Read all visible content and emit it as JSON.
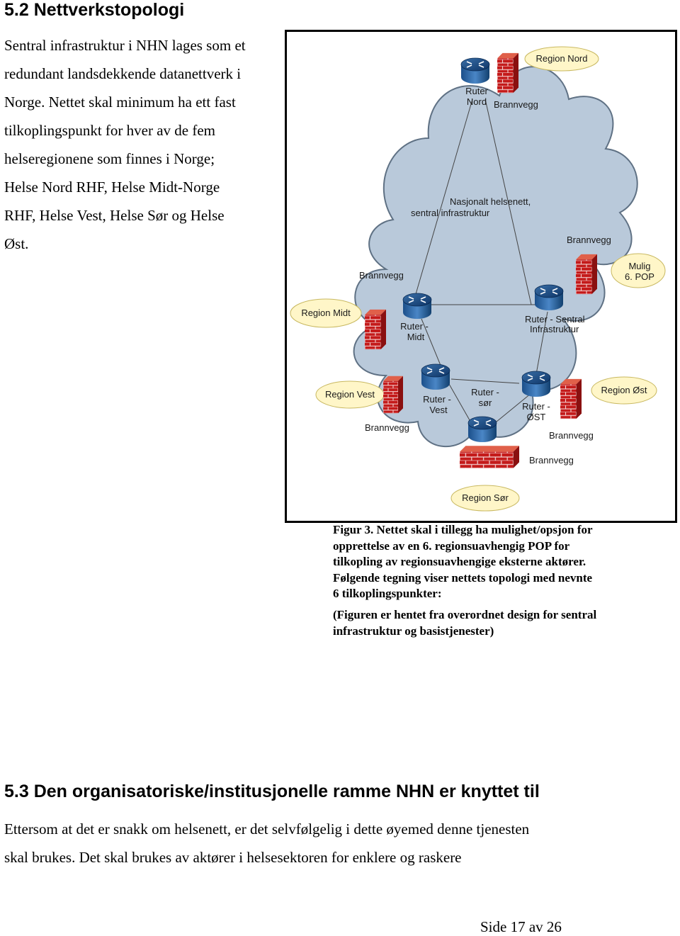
{
  "section1": {
    "heading": "5.2 Nettverkstopologi",
    "lines": [
      "Sentral infrastruktur i NHN lages som et",
      "redundant landsdekkende datanettverk i",
      "Norge. Nettet skal minimum ha ett fast",
      "tilkoplingspunkt for hver av de fem",
      "helseregionene som finnes i Norge;",
      "Helse Nord RHF, Helse Midt-Norge",
      "RHF, Helse Vest, Helse Sør og Helse",
      "Øst."
    ]
  },
  "figure": {
    "center_label": [
      "Nasjonalt helsenett,",
      "sentral infrastruktur"
    ],
    "routers": {
      "nord": [
        "Ruter",
        "Nord"
      ],
      "midt": [
        "Ruter -",
        "Midt"
      ],
      "sentral": [
        "Ruter - Sentral",
        "Infrastruktur"
      ],
      "vest": [
        "Ruter -",
        "Vest"
      ],
      "sor": [
        "Ruter -",
        "sør"
      ],
      "ost": [
        "Ruter -",
        "ØST"
      ]
    },
    "firewall_label": "Brannvegg",
    "regions": {
      "nord": "Region Nord",
      "midt": "Region Midt",
      "vest": "Region Vest",
      "ost": "Region Øst",
      "sor": "Region Sør",
      "pop": [
        "Mulig",
        "6. POP"
      ]
    }
  },
  "caption": {
    "lines": [
      "Figur 3. Nettet skal i tillegg ha mulighet/opsjon for",
      "opprettelse av en 6. regionsuavhengig POP for",
      "tilkopling av regionsuavhengige eksterne aktører.",
      "Følgende tegning viser nettets topologi med nevnte",
      "6 tilkoplingspunkter:"
    ],
    "source_lines": [
      "(Figuren er hentet fra overordnet design for sentral",
      "infrastruktur og basistjenester)"
    ]
  },
  "section2": {
    "heading": "5.3 Den organisatoriske/institusjonelle ramme NHN er knyttet til",
    "lines": [
      "Ettersom at det er snakk om helsenett, er det selvfølgelig i dette øyemed denne tjenesten",
      "skal brukes. Det skal brukes av aktører i helsesektoren for enklere og raskere"
    ]
  },
  "footer": {
    "page": "Side 17 av 26"
  }
}
